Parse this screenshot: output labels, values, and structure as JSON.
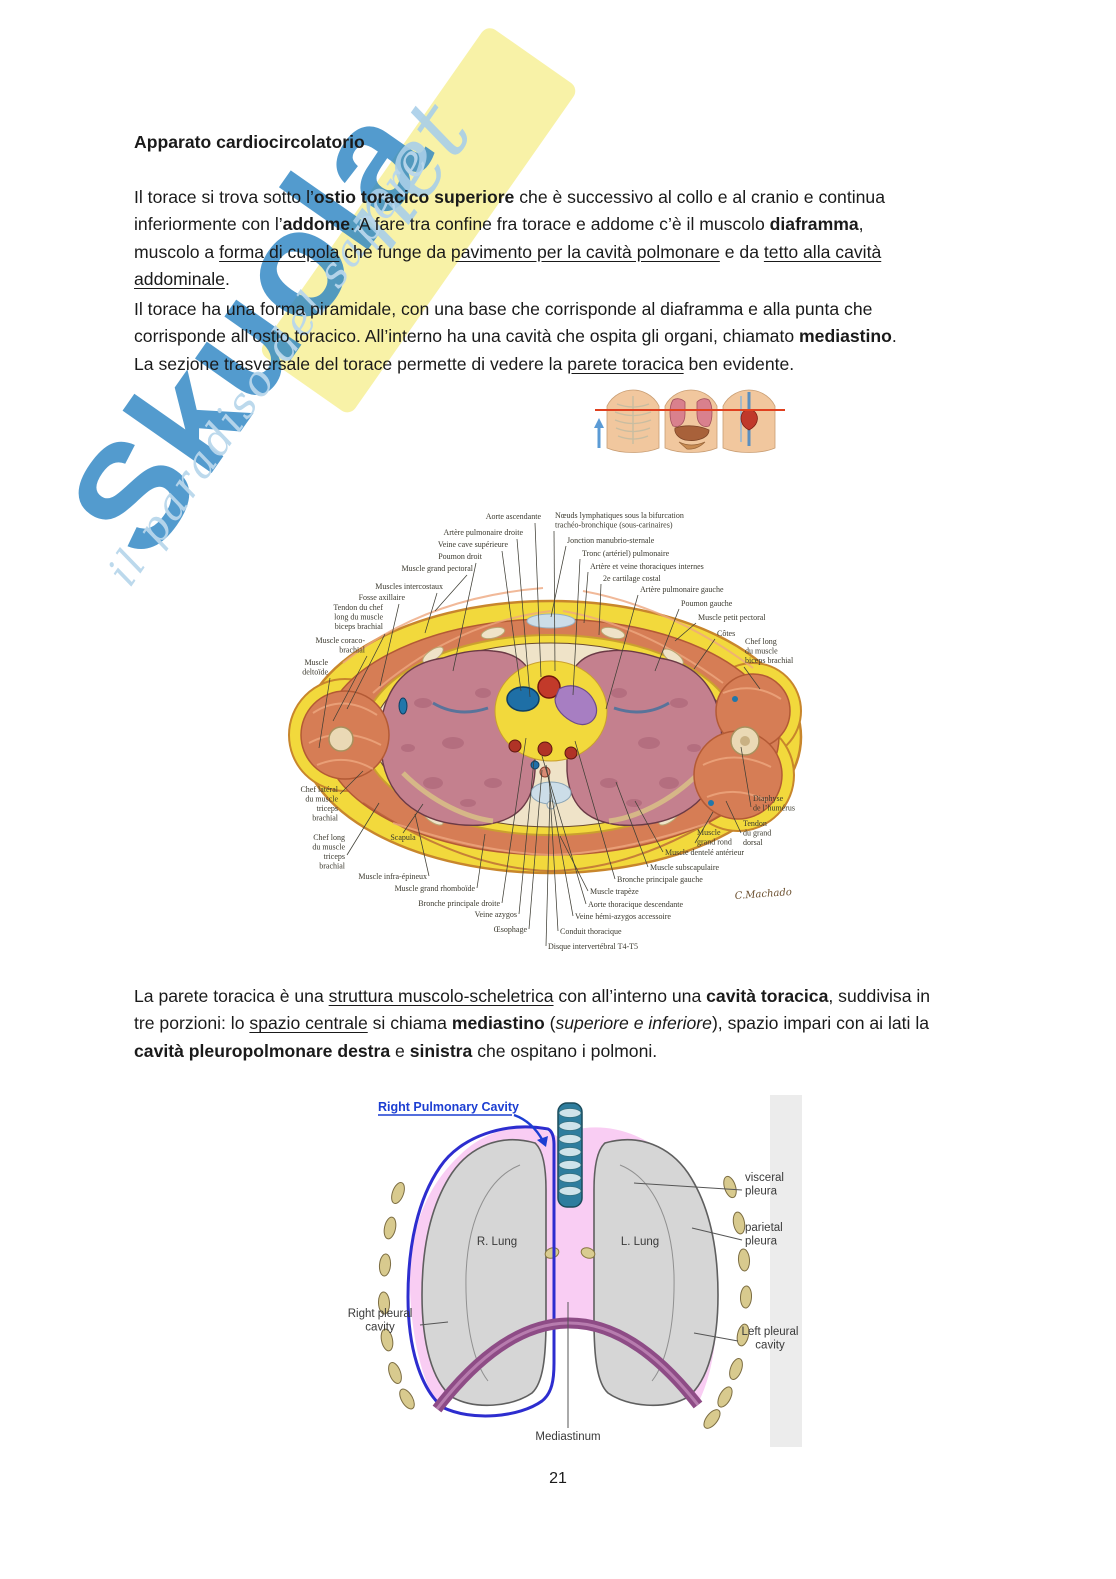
{
  "page_number": "21",
  "watermark": {
    "brand_main": "Skuola",
    "brand_suffix": "net",
    "tagline": "il paradiso del sapere",
    "colors": {
      "blue": "#2e86c4",
      "light_blue": "#b9d7ec",
      "yellow": "#f8f1a2"
    }
  },
  "title": "Apparato cardiocircolatorio",
  "paragraphs": {
    "p1": [
      [
        {
          "t": "Il torace si trova sotto l’",
          "s": ""
        },
        {
          "t": "ostio toracico superiore",
          "s": "b"
        },
        {
          "t": " che è successivo al collo e al cranio e continua",
          "s": ""
        }
      ],
      [
        {
          "t": "inferiormente con l’",
          "s": ""
        },
        {
          "t": "addome",
          "s": "b"
        },
        {
          "t": ". A fare tra confine fra torace e addome c’è il muscolo ",
          "s": ""
        },
        {
          "t": "diaframma",
          "s": "b"
        },
        {
          "t": ",",
          "s": ""
        }
      ],
      [
        {
          "t": "muscolo a ",
          "s": ""
        },
        {
          "t": "forma di cupola",
          "s": "u"
        },
        {
          "t": " che funge da ",
          "s": ""
        },
        {
          "t": "pavimento per la cavità polmonare",
          "s": "u"
        },
        {
          "t": " e da ",
          "s": ""
        },
        {
          "t": "tetto alla cavità",
          "s": "u"
        }
      ],
      [
        {
          "t": "addominale",
          "s": "u"
        },
        {
          "t": ".",
          "s": ""
        }
      ]
    ],
    "p2": [
      [
        {
          "t": "Il torace ha una forma piramidale, con una base che corrisponde al diaframma e alla punta che",
          "s": ""
        }
      ],
      [
        {
          "t": "corrisponde all’ostio toracico. All’interno ha una cavità che ospita gli organi, chiamato ",
          "s": ""
        },
        {
          "t": "mediastino",
          "s": "b"
        },
        {
          "t": ".",
          "s": ""
        }
      ],
      [
        {
          "t": "La sezione trasversale del torace permette di vedere la ",
          "s": ""
        },
        {
          "t": "parete toracica",
          "s": "u"
        },
        {
          "t": " ben evidente.",
          "s": ""
        }
      ]
    ],
    "p3": [
      [
        {
          "t": "La parete toracica è una ",
          "s": ""
        },
        {
          "t": "struttura muscolo-scheletrica",
          "s": "u"
        },
        {
          "t": " con all’interno una ",
          "s": ""
        },
        {
          "t": "cavità toracica",
          "s": "b"
        },
        {
          "t": ", suddivisa in",
          "s": ""
        }
      ],
      [
        {
          "t": "tre porzioni: lo ",
          "s": ""
        },
        {
          "t": "spazio centrale",
          "s": "u"
        },
        {
          "t": " si chiama ",
          "s": ""
        },
        {
          "t": "mediastino",
          "s": "b"
        },
        {
          "t": " (",
          "s": ""
        },
        {
          "t": "superiore e inferiore",
          "s": "i"
        },
        {
          "t": "), spazio impari con ai lati la",
          "s": ""
        }
      ],
      [
        {
          "t": "cavità pleuropolmonare destra",
          "s": "b"
        },
        {
          "t": " e ",
          "s": ""
        },
        {
          "t": "sinistra",
          "s": "b"
        },
        {
          "t": " che ospitano i polmoni.",
          "s": ""
        }
      ]
    ]
  },
  "figure1": {
    "signature": "C.Machado",
    "labels": [
      "Aorte ascendante",
      "Artère pulmonaire droite",
      "Veine cave supérieure",
      "Poumon droit",
      "Muscle grand pectoral",
      "Muscles intercostaux",
      "Fosse axillaire",
      "Tendon du chef\nlong du muscle\nbiceps brachial",
      "Muscle coraco-\nbrachial",
      "Muscle\ndeltoïde",
      "Nœuds lymphatiques sous la bifurcation\ntrachéo-bronchique (sous-carinaires)",
      "Jonction manubrio-sternale",
      "Tronc (artériel) pulmonaire",
      "Artère et veine thoraciques internes",
      "2e cartilage costal",
      "Artère pulmonaire gauche",
      "Poumon gauche",
      "Muscle petit pectoral",
      "Côtes",
      "Chef long\ndu muscle\nbiceps brachial",
      "Diaphyse\nde l’humérus",
      "Tendon\ndu grand\ndorsal",
      "Muscle\ngrand rond",
      "Muscle dentelé antérieur",
      "Muscle subscapulaire",
      "Bronche principale gauche",
      "Muscle trapèze",
      "Aorte thoracique descendante",
      "Veine hémi-azygos accessoire",
      "Conduit thoracique",
      "Disque intervertébral T4-T5",
      "Œsophage",
      "Veine azygos",
      "Bronche principale droite",
      "Muscle grand rhomboïde",
      "Muscle infra-épineux",
      "Scapula",
      "Chef latéral\ndu muscle\ntriceps\nbrachial",
      "Chef long\ndu muscle\ntriceps\nbrachial"
    ]
  },
  "figure2": {
    "heading": "Right Pulmonary Cavity",
    "labels": [
      "visceral\npleura",
      "parietal\npleura",
      "R. Lung",
      "L. Lung",
      "Right pleural\ncavity",
      "Left pleural\ncavity",
      "Mediastinum"
    ]
  }
}
